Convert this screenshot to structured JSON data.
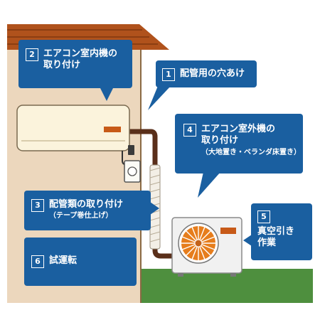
{
  "colors": {
    "callout": "#1a5fa0",
    "wall": "#ecd7bd",
    "roof": "#b0521c",
    "ground": "#4e8f3e",
    "pipe": "#5a2f1a",
    "ac_panel": "#fbf3dc",
    "outdoor_unit": "#f1f1f1",
    "fan": "#e67d1c"
  },
  "steps": [
    {
      "number": "1",
      "label": "配管用の穴あけ"
    },
    {
      "number": "2",
      "label_line1": "エアコン室内機の",
      "label_line2": "取り付け"
    },
    {
      "number": "3",
      "label": "配管類の取り付け",
      "sub": "（テープ巻仕上げ）"
    },
    {
      "number": "4",
      "label_line1": "エアコン室外機の",
      "label_line2": "取り付け",
      "sub": "（大地置き・ベランダ床置き）"
    },
    {
      "number": "5",
      "label_line1": "真空引き",
      "label_line2": "作業"
    },
    {
      "number": "6",
      "label": "試運転"
    }
  ]
}
